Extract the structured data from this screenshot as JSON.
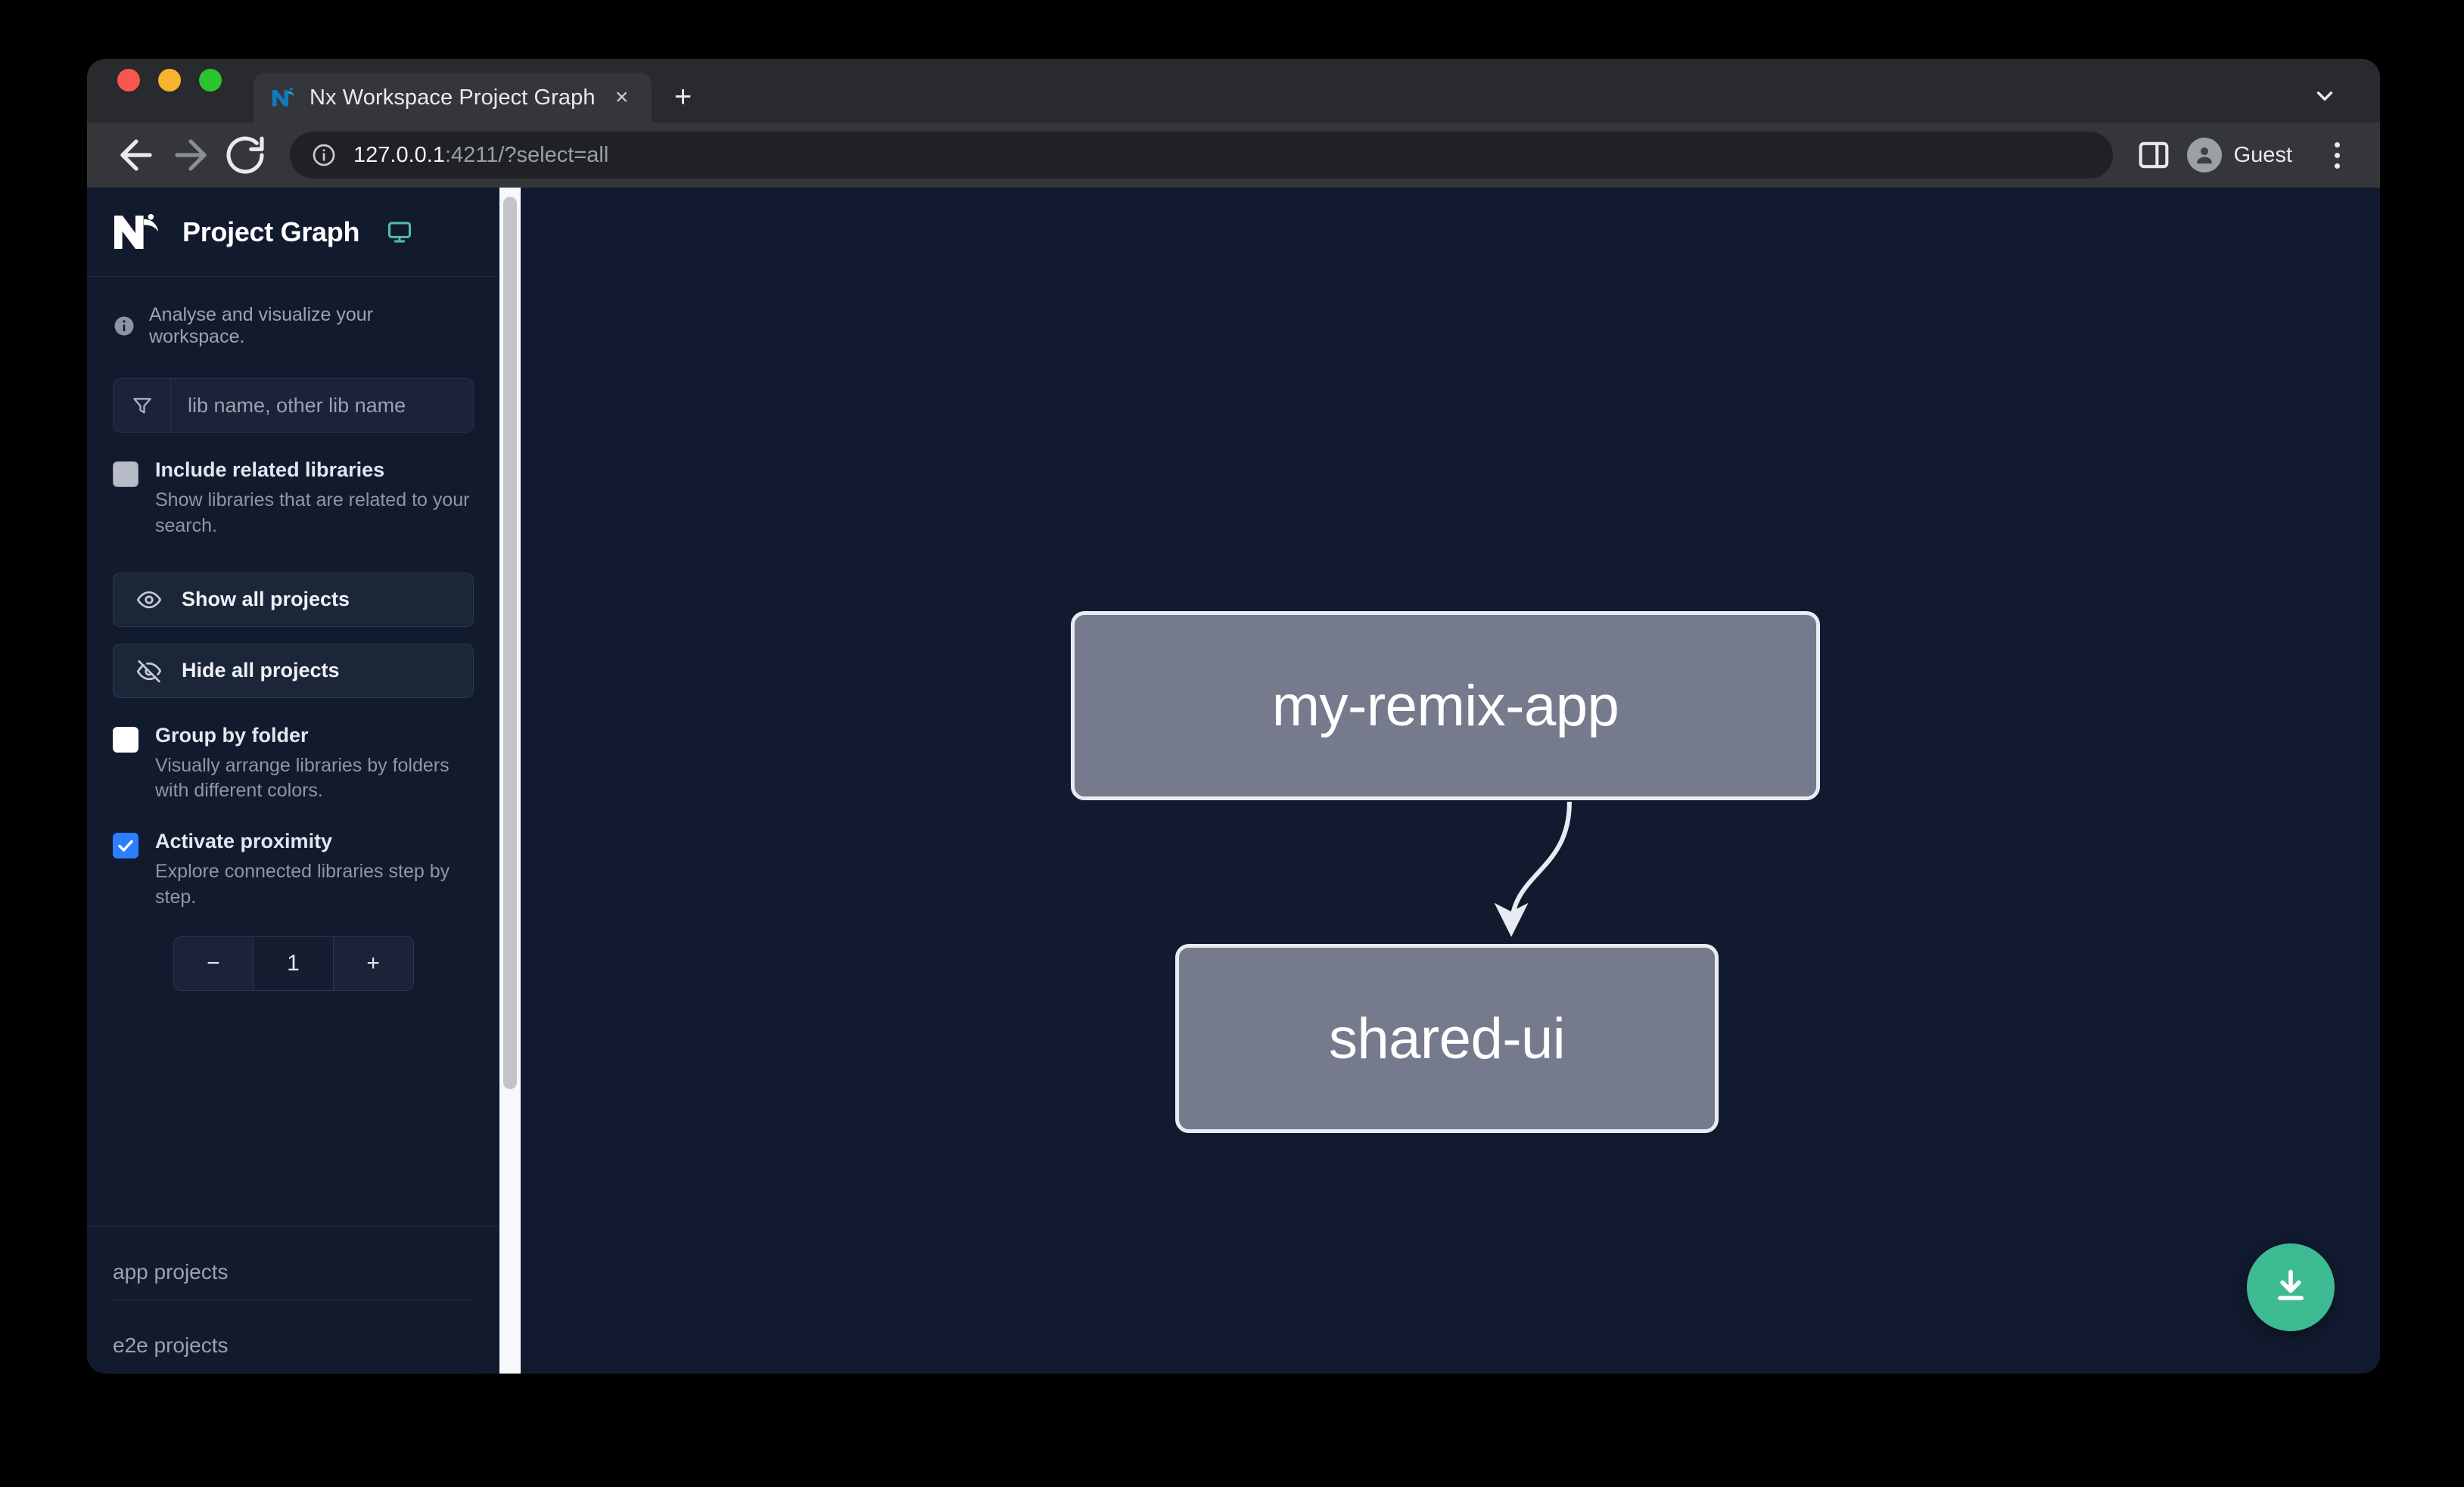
{
  "browser": {
    "tab": {
      "title": "Nx Workspace Project Graph",
      "favicon_name": "nx-favicon",
      "close_label": "×",
      "new_tab_label": "+"
    },
    "toolbar": {
      "back_label": "←",
      "forward_label": "→",
      "reload_label": "↻",
      "url_host": "127.0.0.1",
      "url_rest": ":4211/?select=all",
      "profile_name": "Guest",
      "side_panel_icon": "side-panel-icon",
      "menu_icon": "kebab-menu-icon"
    }
  },
  "sidebar": {
    "app_title": "Project Graph",
    "logo_name": "nx-logo",
    "monitor_icon": "monitor-icon",
    "blurb": "Analyse and visualize your workspace.",
    "filter": {
      "placeholder": "lib name, other lib name",
      "value": "",
      "icon": "filter-funnel-icon"
    },
    "options": [
      {
        "id": "include-related-libraries",
        "label": "Include related libraries",
        "description": "Show libraries that are related to your search.",
        "checked": false,
        "style": "gray"
      },
      {
        "id": "group-by-folder",
        "label": "Group by folder",
        "description": "Visually arrange libraries by folders with different colors.",
        "checked": false,
        "style": "white"
      },
      {
        "id": "activate-proximity",
        "label": "Activate proximity",
        "description": "Explore connected libraries step by step.",
        "checked": true,
        "style": "blue"
      }
    ],
    "buttons": [
      {
        "id": "show-all-projects",
        "label": "Show all projects",
        "icon": "eye-icon"
      },
      {
        "id": "hide-all-projects",
        "label": "Hide all projects",
        "icon": "eye-off-icon"
      }
    ],
    "stepper": {
      "decrement_label": "−",
      "value": "1",
      "increment_label": "+"
    },
    "project_sections": [
      {
        "id": "app-projects",
        "label": "app projects"
      },
      {
        "id": "e2e-projects",
        "label": "e2e projects"
      }
    ]
  },
  "graph": {
    "nodes": [
      {
        "id": "my-remix-app",
        "label": "my-remix-app"
      },
      {
        "id": "shared-ui",
        "label": "shared-ui"
      }
    ],
    "edges": [
      {
        "from": "my-remix-app",
        "to": "shared-ui"
      }
    ],
    "download_button": {
      "label": "download-image",
      "icon": "download-icon"
    }
  },
  "colors": {
    "page_background": "#111a2e",
    "sidebar_background": "#121a2e",
    "node_fill": "#757b8c",
    "node_border": "#e9ebf2",
    "accent_green": "#3eba92",
    "checkbox_checked": "#2a7fff"
  }
}
